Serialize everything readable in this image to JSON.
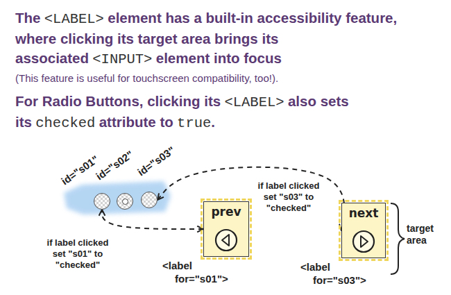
{
  "diagram": {
    "nodes": [
      {
        "text": [
          "id=\"s01\""
        ]
      },
      {
        "text": [
          "id=\"s02\""
        ]
      },
      {
        "text": [
          "id=\"s03\""
        ]
      },
      {
        "text": [
          "prev",
          "<label for=\"s01\">"
        ]
      },
      {
        "text": [
          "next",
          "<label for=\"s03\">"
        ]
      }
    ],
    "edges": [
      {
        "from": 3,
        "to": 0,
        "arrow": "both",
        "label": "if label clicked set \"s01\" to \"checked\""
      },
      {
        "from": 4,
        "to": 2,
        "arrow": "both",
        "label": "if label clicked set \"s03\" to \"checked\""
      }
    ],
    "labels": [
      "The",
      "<LABEL>",
      "element has a built-in accessibility feature, where clicking its target area brings its associated",
      "<INPUT>",
      "element into focus",
      "(This feature is useful for touchscreen compatibility, too!).",
      "For Radio Buttons, clicking its",
      "<LABEL>",
      "also sets its",
      "checked",
      "attribute to",
      "true",
      ".",
      "target area"
    ]
  }
}
